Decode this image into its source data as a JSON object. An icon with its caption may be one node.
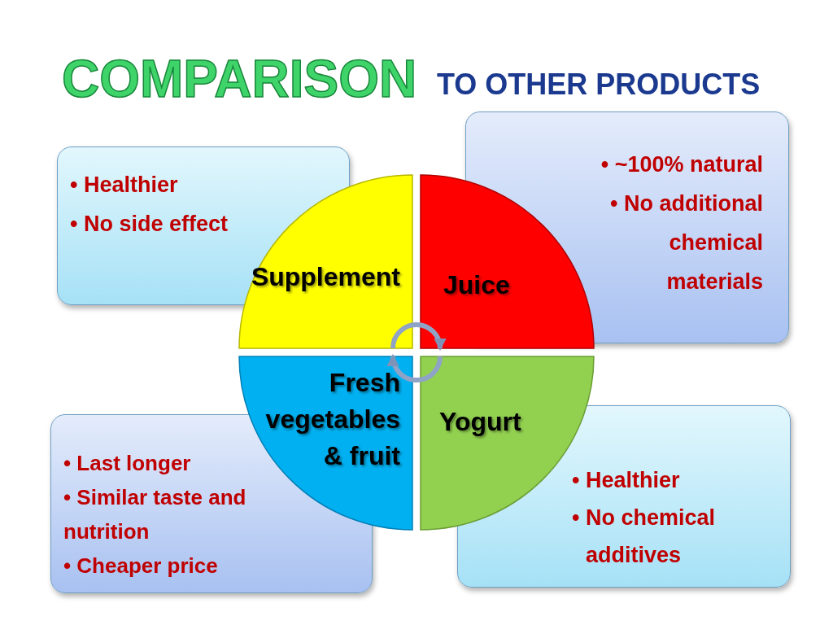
{
  "diagram": {
    "title": "COMPARISON",
    "nodes": [
      {
        "text": [
          "• Healthier",
          "• No side effect"
        ]
      },
      {
        "text": [
          "• ~100% natural",
          "• No additional chemical materials"
        ]
      },
      {
        "text": [
          "Supplement"
        ]
      },
      {
        "text": [
          "Juice"
        ]
      },
      {
        "text": [
          "Fresh vegetables & fruit"
        ]
      },
      {
        "text": [
          "Yogurt"
        ]
      },
      {
        "text": [
          "• Last longer",
          "• Similar taste and nutrition",
          "• Cheaper price"
        ]
      },
      {
        "text": [
          "• Healthier",
          "• No chemical additives"
        ]
      }
    ],
    "edges": [
      {
        "from": 2,
        "to": 3,
        "arrow": "to"
      },
      {
        "from": 5,
        "to": 4,
        "arrow": "to"
      }
    ],
    "labels": [
      "TO OTHER PRODUCTS"
    ]
  }
}
